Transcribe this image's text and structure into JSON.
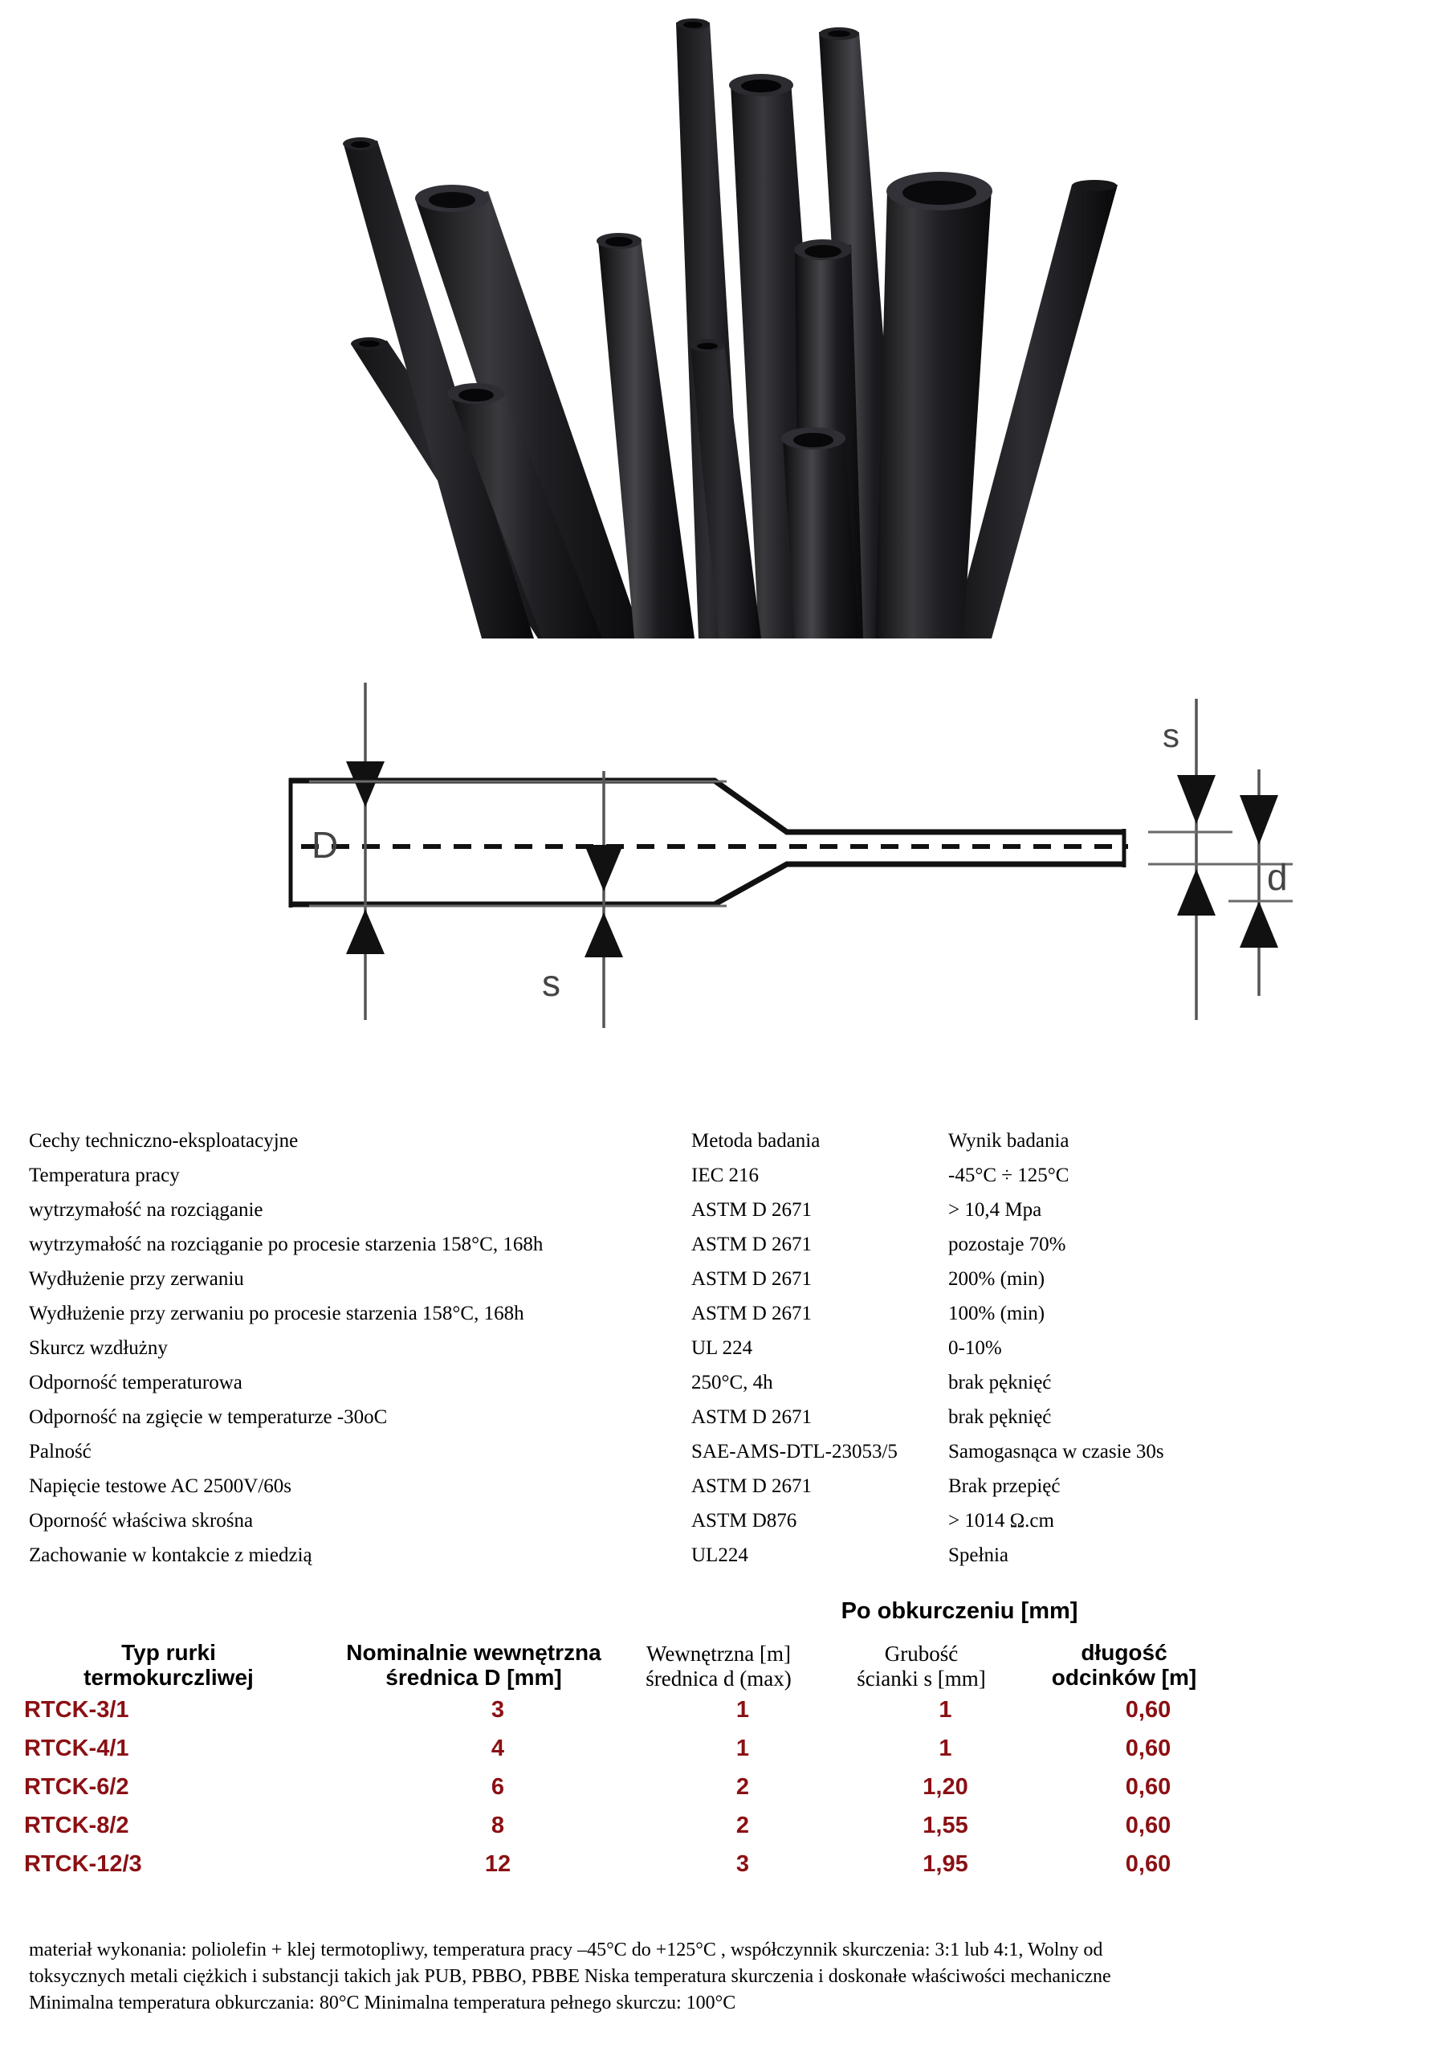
{
  "photo": {
    "alt": "czarne rurki termokurczliwe",
    "tube_color": "#1a1a1c"
  },
  "diagram": {
    "labels": {
      "outer_diameter": "D",
      "wall_left": "s",
      "wall_right": "s",
      "inner_diameter": "d"
    }
  },
  "properties": {
    "columns": {
      "feature": "Cechy techniczno-eksploatacyjne",
      "method": "Metoda badania",
      "result": "Wynik badania"
    },
    "rows": [
      {
        "feature": "Temperatura pracy",
        "method": "IEC 216",
        "result": "-45°C ÷ 125°C"
      },
      {
        "feature": "wytrzymałość na rozciąganie",
        "method": "ASTM D 2671",
        "result": "> 10,4 Mpa"
      },
      {
        "feature": "wytrzymałość na rozciąganie po procesie starzenia 158°C, 168h",
        "method": "ASTM D 2671",
        "result": "pozostaje 70%"
      },
      {
        "feature": "Wydłużenie przy zerwaniu",
        "method": "ASTM D 2671",
        "result": "200% (min)"
      },
      {
        "feature": "Wydłużenie przy zerwaniu po procesie starzenia 158°C, 168h",
        "method": "ASTM D 2671",
        "result": "100% (min)"
      },
      {
        "feature": "Skurcz wzdłużny",
        "method": "UL 224",
        "result": "0-10%"
      },
      {
        "feature": "Odporność temperaturowa",
        "method": "250°C, 4h",
        "result": "brak pęknięć"
      },
      {
        "feature": "Odporność na zgięcie w temperaturze -30oC",
        "method": "ASTM D 2671",
        "result": "brak pęknięć"
      },
      {
        "feature": "Palność",
        "method": "SAE-AMS-DTL-23053/5",
        "result": "Samogasnąca w czasie 30s"
      },
      {
        "feature": "Napięcie testowe AC 2500V/60s",
        "method": "ASTM D 2671",
        "result": "Brak przepięć"
      },
      {
        "feature": "Oporność właściwa skrośna",
        "method": "ASTM D876",
        "result": "> 1014 Ω.cm"
      },
      {
        "feature": "Zachowanie w kontakcie z miedzią",
        "method": "UL224",
        "result": "Spełnia"
      }
    ]
  },
  "spec_table": {
    "group_header": "Po obkurczeniu [mm]",
    "headers": {
      "type": "Typ rurki\ntermokurczliwej",
      "type_line1": "Typ rurki",
      "type_line2": "termokurczliwej",
      "nominal_line1": "Nominalnie wewnętrzna",
      "nominal_line2": "średnica D [mm]",
      "inner_line1": "Wewnętrzna [m]",
      "inner_line2": "średnica d (max)",
      "wall_line1": "Grubość",
      "wall_line2": "ścianki s [mm]",
      "length_line1": "długość",
      "length_line2": "odcinków [m]"
    },
    "accent_color": "#8B1014",
    "rows": [
      {
        "type": "RTCK-3/1",
        "nominal_d": "3",
        "inner_d": "1",
        "wall_s": "1",
        "length": "0,60"
      },
      {
        "type": "RTCK-4/1",
        "nominal_d": "4",
        "inner_d": "1",
        "wall_s": "1",
        "length": "0,60"
      },
      {
        "type": "RTCK-6/2",
        "nominal_d": "6",
        "inner_d": "2",
        "wall_s": "1,20",
        "length": "0,60"
      },
      {
        "type": "RTCK-8/2",
        "nominal_d": "8",
        "inner_d": "2",
        "wall_s": "1,55",
        "length": "0,60"
      },
      {
        "type": "RTCK-12/3",
        "nominal_d": "12",
        "inner_d": "3",
        "wall_s": "1,95",
        "length": "0,60"
      }
    ]
  },
  "footer": {
    "line1": "materiał wykonania: poliolefin + klej termotopliwy, temperatura pracy –45°C do +125°C , współczynnik skurczenia: 3:1 lub 4:1, Wolny od",
    "line2": "toksycznych metali ciężkich i substancji takich jak PUB, PBBO, PBBE Niska temperatura skurczenia i doskonałe właściwości mechaniczne",
    "line3": "Minimalna temperatura obkurczania: 80°C Minimalna temperatura pełnego skurczu: 100°C"
  }
}
